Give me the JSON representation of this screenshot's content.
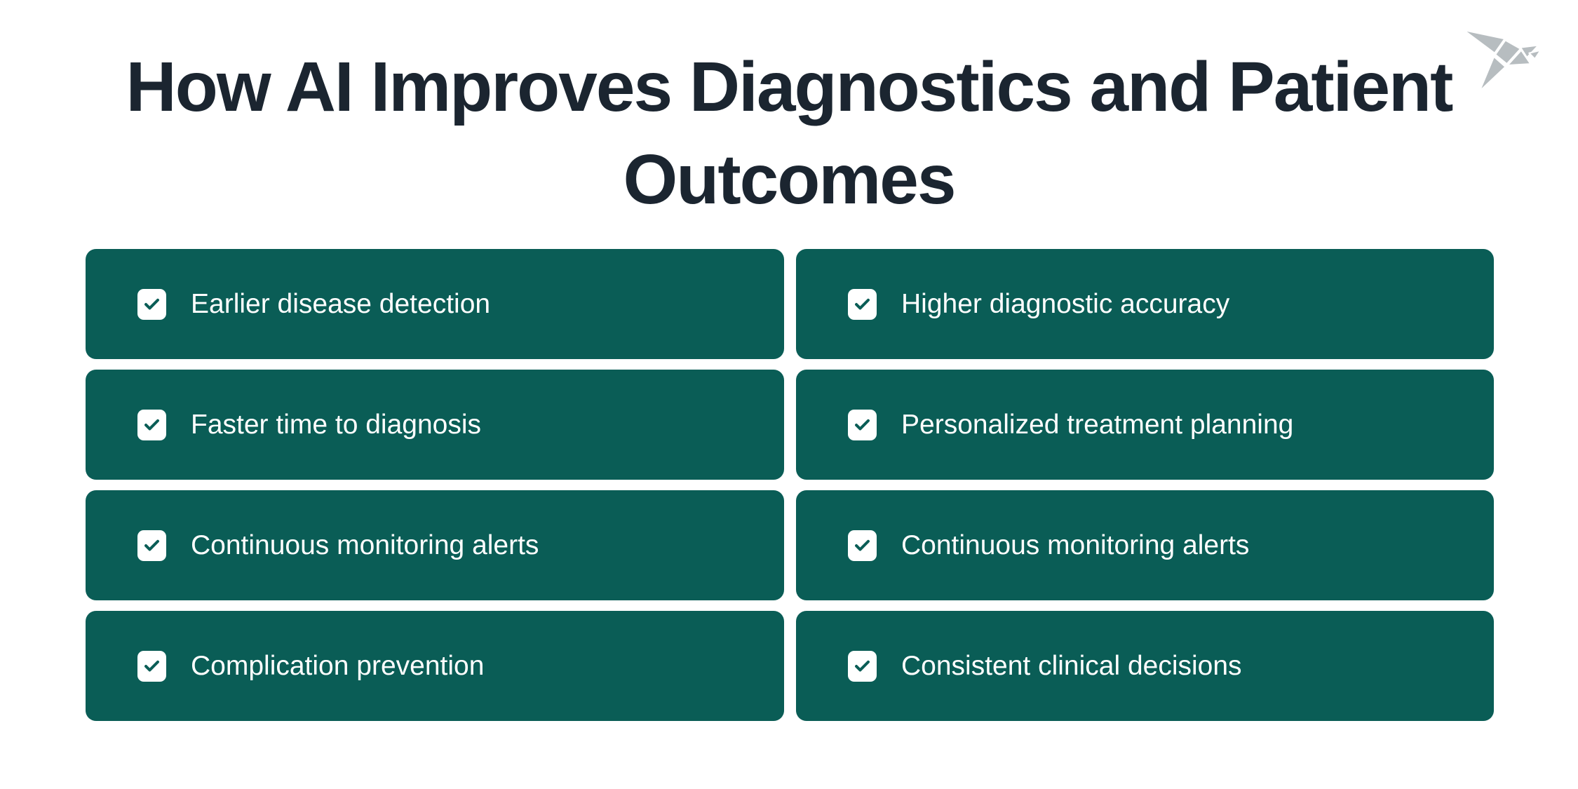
{
  "page": {
    "title": "How AI Improves Diagnostics and Patient Outcomes",
    "title_lines": [
      "How AI Improves Diagnostics and Patient",
      "Outcomes"
    ],
    "title_color": "#1b2530",
    "background_color": "#ffffff",
    "card_color": "#0a5d56",
    "text_color": "#ffffff",
    "logo_color": "#b7bdc0",
    "logo_icon": "origami-bird-logo"
  },
  "checklist": {
    "checkbox_style": "white rounded square with teal checkmark",
    "items": [
      {
        "label": "Earlier disease detection",
        "checked": true
      },
      {
        "label": "Higher diagnostic accuracy",
        "checked": true
      },
      {
        "label": "Faster time to diagnosis",
        "checked": true
      },
      {
        "label": "Personalized treatment planning",
        "checked": true
      },
      {
        "label": "Continuous monitoring alerts",
        "checked": true
      },
      {
        "label": "Continuous monitoring alerts",
        "checked": true
      },
      {
        "label": "Complication prevention",
        "checked": true
      },
      {
        "label": "Consistent clinical decisions",
        "checked": true
      }
    ]
  }
}
